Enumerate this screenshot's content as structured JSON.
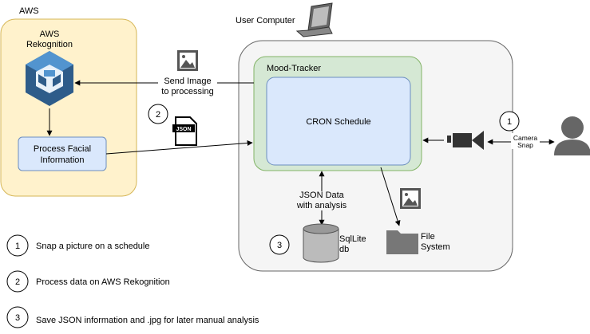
{
  "aws": {
    "region_label": "AWS",
    "rekognition_line1": "AWS",
    "rekognition_line2": "Rekognition",
    "process_line1": "Process Facial",
    "process_line2": "Information"
  },
  "computer": {
    "label": "User Computer",
    "mood_tracker": "Mood-Tracker",
    "cron": "CRON Schedule",
    "json_data_line1": "JSON Data",
    "json_data_line2": "with analysis",
    "db_line1": "SqlLite",
    "db_line2": "db",
    "fs_line1": "File",
    "fs_line2": "System"
  },
  "flows": {
    "send_image_line1": "Send Image",
    "send_image_line2": "to processing",
    "camera_line1": "Camera",
    "camera_line2": "Snap",
    "json_badge": "JSON"
  },
  "steps": [
    {
      "number": "1",
      "text": "Snap a picture on a schedule"
    },
    {
      "number": "2",
      "text": "Process data on AWS Rekognition"
    },
    {
      "number": "3",
      "text": "Save JSON information and .jpg for later manual analysis"
    }
  ],
  "inline_markers": {
    "step2": "2",
    "step3": "3",
    "step1": "1"
  },
  "colors": {
    "aws_fill": "#fff2cc",
    "aws_stroke": "#d6b656",
    "computer_fill": "#f5f5f5",
    "computer_stroke": "#666666",
    "mood_fill": "#d5e8d4",
    "mood_stroke": "#82b366",
    "box_fill": "#dae8fc",
    "box_stroke": "#6c8ebf",
    "rekognition_dark": "#2e5c8a",
    "rekognition_light": "#5294cf"
  }
}
